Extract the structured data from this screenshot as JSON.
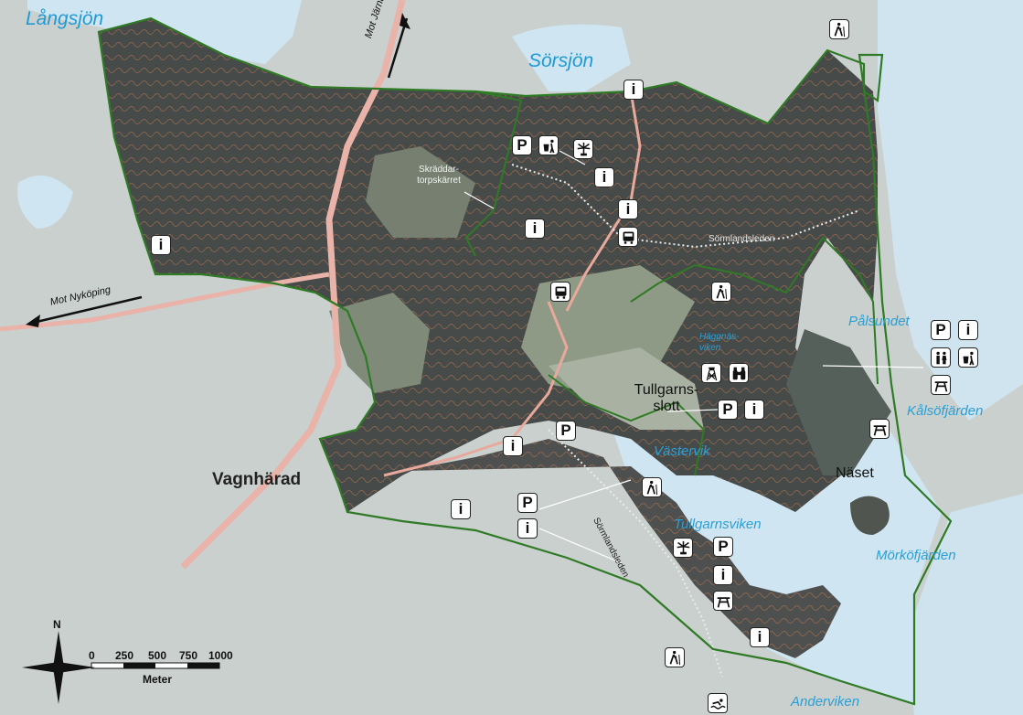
{
  "map": {
    "water_labels": {
      "langsjon": "Långsjön",
      "sorsjon": "Sörsjön",
      "palsundet": "Pålsundet",
      "haggnasviken": "Häggnäs-viken",
      "kalsofjarden": "Kålsöfjärden",
      "vastervik": "Västervik",
      "tullgarnsviken": "Tullgarnsviken",
      "morkofjarden": "Mörköfjärden",
      "anderviken": "Anderviken"
    },
    "place_labels": {
      "vagnharad": "Vagnhärad",
      "tullgarns_slott": "Tullgarns-slott",
      "naset": "Näset",
      "skraddartorpskarret": "Skräddar-torpskärret"
    },
    "road_labels": {
      "mot_jarna": "Mot Järna",
      "mot_nykoping": "Mot Nyköping"
    },
    "trail_labels": {
      "sormlandsleden_1": "Sörmlandsleden",
      "sormlandsleden_2": "Sörmlandsleden"
    },
    "icon_glyphs": {
      "info": "i",
      "parking": "P"
    },
    "icons": [
      "info-icon",
      "parking-icon",
      "bus-icon",
      "hiking-icon",
      "toilet-icon",
      "waste-icon",
      "picnic-table-icon",
      "campfire-icon",
      "barbecue-icon",
      "viewpoint-icon",
      "tower-icon",
      "binoculars-icon",
      "swimming-icon",
      "north-arrow-icon"
    ],
    "colors": {
      "reserve_boundary": "#2f7a25",
      "water": "#cfe6f2",
      "forest": "#4a4d4b",
      "contours": "#c9835a",
      "water_text": "#2a9fd6"
    },
    "compass": {
      "north": "N"
    },
    "scale": {
      "ticks": [
        "0",
        "250",
        "500",
        "750",
        "1000"
      ],
      "unit": "Meter"
    }
  }
}
